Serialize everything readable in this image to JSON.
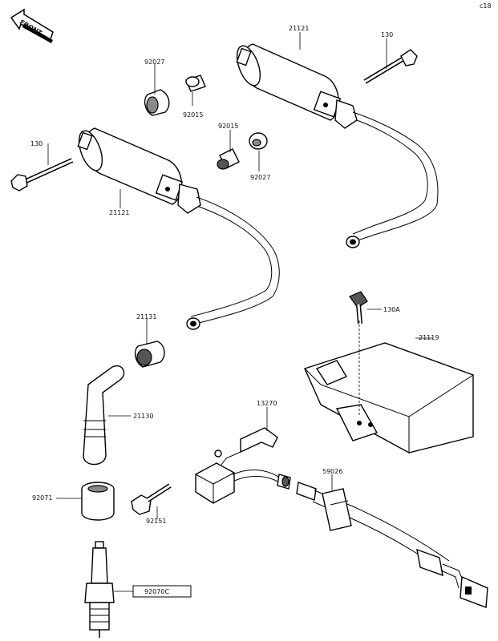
{
  "page_code": "c18",
  "front_arrow_text": "FRONT",
  "labels": {
    "coil_upper": "21121",
    "bolt_upper_right": "130",
    "damper_left": "92027",
    "collar_left": "92015",
    "collar_mid": "92015",
    "damper_mid": "92027",
    "bolt_left": "130",
    "coil_lower": "21121",
    "plug_cap_nut": "21131",
    "ignitor_bolt": "130A",
    "ignitor": "21119",
    "bracket": "13270",
    "plug_cap": "21130",
    "connector_holder": "59026",
    "spark_plug_collar": "92071",
    "sensor_bolt": "92151",
    "spark_plug": "92070C"
  }
}
